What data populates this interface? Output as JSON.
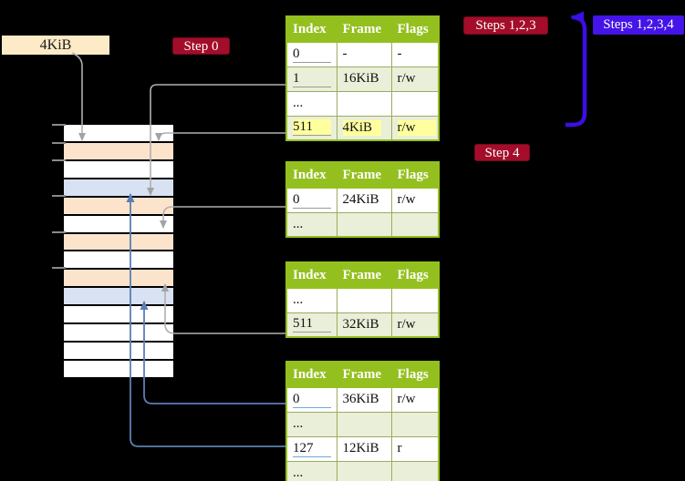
{
  "colors": {
    "background": "#000000",
    "header_green": "#94c01f",
    "row_green": "#e9efd8",
    "highlight_yellow": "#ffff9e",
    "label_cream": "#fdeac6",
    "badge_red": "#a30d29",
    "badge_blue": "#4414e8",
    "mem_peach": "#fce4cc",
    "mem_blue": "#d8e2f3",
    "arrow_gray": "#b0b0b0",
    "arrow_steel": "#5b7fb4",
    "arrow_vivid": "#3c0ee6",
    "underline_gray": "#9a9a9a",
    "underline_blue": "#6fa8dc"
  },
  "frame_label": "4KiB",
  "badges": {
    "step0": "Step 0",
    "steps123": "Steps 1,2,3",
    "steps1234": "Steps 1,2,3,4",
    "step4": "Step 4"
  },
  "memory": {
    "rows": [
      "white",
      "peach",
      "white",
      "blue",
      "peach",
      "white",
      "peach",
      "white",
      "peach",
      "blue",
      "white",
      "white",
      "white",
      "white"
    ]
  },
  "tables": [
    {
      "headers": [
        "Index",
        "Frame",
        "Flags"
      ],
      "link_color": "gray",
      "rows": [
        {
          "cells": [
            "0",
            "-",
            "-"
          ],
          "shade": false,
          "link": true
        },
        {
          "cells": [
            "1",
            "16KiB",
            "r/w"
          ],
          "shade": true,
          "link": true
        },
        {
          "cells": [
            "...",
            "",
            ""
          ],
          "shade": false
        },
        {
          "cells": [
            "511",
            "4KiB",
            "r/w"
          ],
          "shade": true,
          "link": true,
          "highlight": true
        }
      ]
    },
    {
      "headers": [
        "Index",
        "Frame",
        "Flags"
      ],
      "link_color": "gray",
      "rows": [
        {
          "cells": [
            "0",
            "24KiB",
            "r/w"
          ],
          "shade": false,
          "link": true
        },
        {
          "cells": [
            "...",
            "",
            ""
          ],
          "shade": true
        }
      ]
    },
    {
      "headers": [
        "Index",
        "Frame",
        "Flags"
      ],
      "link_color": "gray",
      "rows": [
        {
          "cells": [
            "...",
            "",
            ""
          ],
          "shade": false
        },
        {
          "cells": [
            "511",
            "32KiB",
            "r/w"
          ],
          "shade": true,
          "link": true
        }
      ]
    },
    {
      "headers": [
        "Index",
        "Frame",
        "Flags"
      ],
      "link_color": "blue",
      "rows": [
        {
          "cells": [
            "0",
            "36KiB",
            "r/w"
          ],
          "shade": false,
          "link": true
        },
        {
          "cells": [
            "...",
            "",
            ""
          ],
          "shade": true
        },
        {
          "cells": [
            "127",
            "12KiB",
            "r"
          ],
          "shade": false,
          "link": true
        },
        {
          "cells": [
            "...",
            "",
            ""
          ],
          "shade": true
        }
      ]
    }
  ]
}
